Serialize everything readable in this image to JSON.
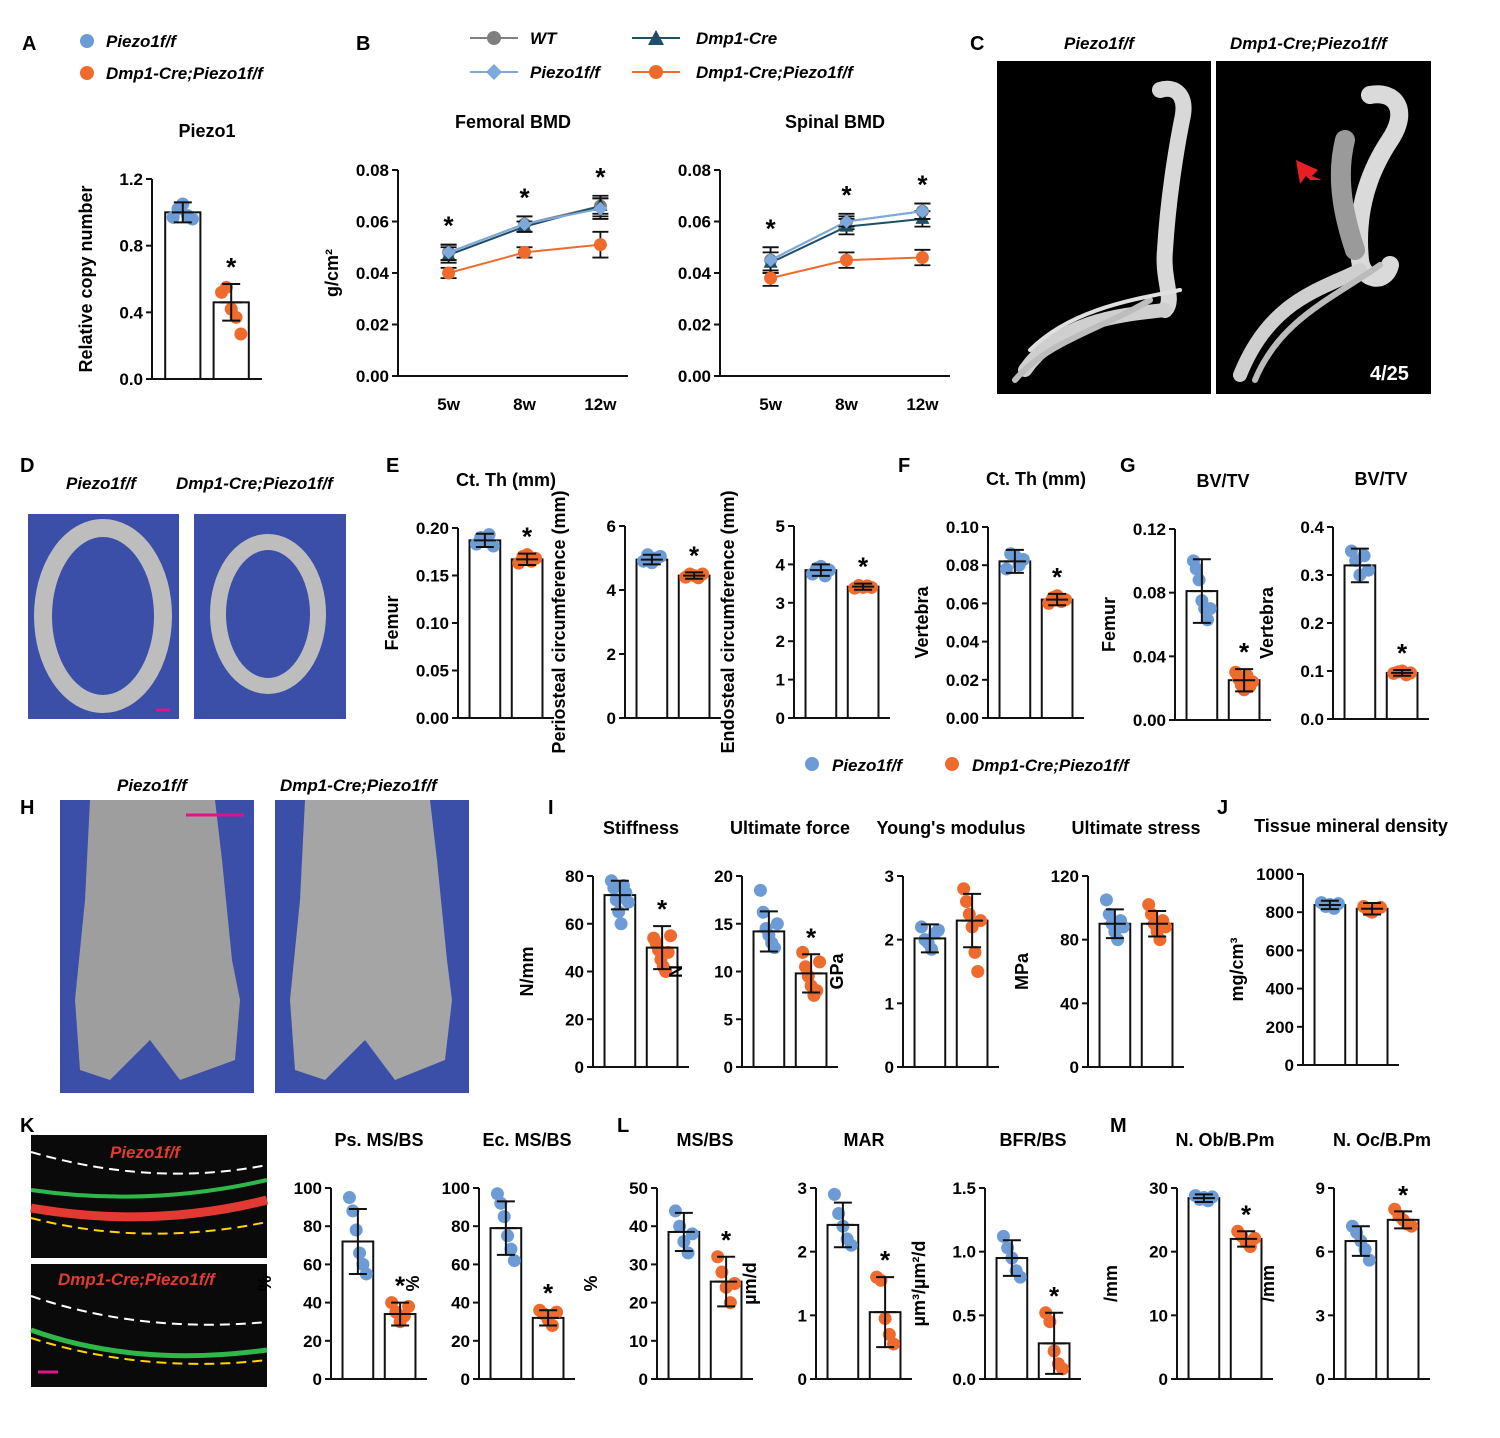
{
  "colors": {
    "blue": "#6d9bd6",
    "orange": "#ee6b2d",
    "teal": "#1d4e63",
    "grey": "#7f7f7f",
    "lightblue": "#7ea9dc",
    "bgBlue": "#3b4ea8"
  },
  "legend_top": {
    "ctrl": "Piezo1f/f",
    "cko": "Dmp1-Cre;Piezo1f/f"
  },
  "legend_B": {
    "wt": "WT",
    "cre": "Dmp1-Cre",
    "flox": "Piezo1f/f",
    "cko": "Dmp1-Cre;Piezo1f/f"
  },
  "legend_mid": {
    "ctrl": "Piezo1f/f",
    "cko": "Dmp1-Cre;Piezo1f/f"
  },
  "letters": [
    "A",
    "B",
    "C",
    "D",
    "E",
    "F",
    "G",
    "H",
    "I",
    "J",
    "K",
    "L",
    "M"
  ],
  "images": {
    "C": {
      "left_label": "Piezo1f/f",
      "right_label": "Dmp1-Cre;Piezo1f/f",
      "count": "4/25"
    },
    "D": {
      "left_label": "Piezo1f/f",
      "right_label": "Dmp1-Cre;Piezo1f/f"
    },
    "H": {
      "left_label": "Piezo1f/f",
      "right_label": "Dmp1-Cre;Piezo1f/f"
    },
    "K": {
      "top_label": "Piezo1f/f",
      "bottom_label": "Dmp1-Cre;Piezo1f/f"
    }
  },
  "chart_data": [
    {
      "id": "A",
      "type": "bar",
      "title": "Piezo1",
      "ylabel": "Relative copy number",
      "ylim": [
        0,
        1.2
      ],
      "yticks": [
        "0.0",
        "0.4",
        "0.8",
        "1.2"
      ],
      "values": [
        1.0,
        0.46
      ],
      "err": [
        0.06,
        0.11
      ],
      "sig": true,
      "points": [
        [
          0.97,
          1.02,
          1.05,
          0.98,
          0.96
        ],
        [
          0.52,
          0.55,
          0.42,
          0.37,
          0.27
        ]
      ]
    },
    {
      "id": "B1",
      "type": "line",
      "title": "Femoral BMD",
      "ylabel": "g/cm²",
      "ylim": [
        0,
        0.08
      ],
      "yticks": [
        "0.00",
        "0.02",
        "0.04",
        "0.06",
        "0.08"
      ],
      "categories": [
        "5w",
        "8w",
        "12w"
      ],
      "stars": [
        true,
        true,
        true
      ],
      "series": [
        {
          "name": "WT",
          "values": [
            0.048,
            0.059,
            0.066
          ],
          "err": [
            0.003,
            0.003,
            0.004
          ]
        },
        {
          "name": "Dmp1-Cre",
          "values": [
            0.047,
            0.058,
            0.066
          ],
          "err": [
            0.003,
            0.002,
            0.003
          ]
        },
        {
          "name": "Piezo1f/f",
          "values": [
            0.048,
            0.059,
            0.065
          ],
          "err": [
            0.003,
            0.003,
            0.004
          ]
        },
        {
          "name": "Dmp1-Cre;Piezo1f/f",
          "values": [
            0.04,
            0.048,
            0.051
          ],
          "err": [
            0.002,
            0.002,
            0.005
          ]
        }
      ]
    },
    {
      "id": "B2",
      "type": "line",
      "title": "Spinal BMD",
      "ylabel": "",
      "ylim": [
        0,
        0.08
      ],
      "yticks": [
        "0.00",
        "0.02",
        "0.04",
        "0.06",
        "0.08"
      ],
      "categories": [
        "5w",
        "8w",
        "12w"
      ],
      "stars": [
        true,
        true,
        true
      ],
      "series": [
        {
          "name": "WT",
          "values": [
            0.045,
            0.06,
            0.064
          ],
          "err": [
            0.005,
            0.003,
            0.003
          ]
        },
        {
          "name": "Dmp1-Cre",
          "values": [
            0.044,
            0.058,
            0.061
          ],
          "err": [
            0.004,
            0.003,
            0.003
          ]
        },
        {
          "name": "Piezo1f/f",
          "values": [
            0.045,
            0.06,
            0.064
          ],
          "err": [
            0.005,
            0.002,
            0.003
          ]
        },
        {
          "name": "Dmp1-Cre;Piezo1f/f",
          "values": [
            0.038,
            0.045,
            0.046
          ],
          "err": [
            0.003,
            0.003,
            0.003
          ]
        }
      ]
    },
    {
      "id": "E1",
      "type": "bar",
      "title": "Ct. Th (mm)",
      "ylabel": "Femur",
      "ylim": [
        0,
        0.2
      ],
      "yticks": [
        "0.00",
        "0.05",
        "0.10",
        "0.15",
        "0.20"
      ],
      "values": [
        0.187,
        0.167
      ],
      "err": [
        0.007,
        0.006
      ],
      "sig": true,
      "points": [
        [
          0.183,
          0.19,
          0.186,
          0.193,
          0.181
        ],
        [
          0.163,
          0.17,
          0.172,
          0.165,
          0.168
        ]
      ]
    },
    {
      "id": "E2",
      "type": "bar",
      "title": "",
      "ylabel": "Periosteal circumference (mm)",
      "ylim": [
        0,
        6
      ],
      "yticks": [
        "0",
        "2",
        "4",
        "6"
      ],
      "values": [
        4.95,
        4.45
      ],
      "err": [
        0.15,
        0.1
      ],
      "sig": true,
      "points": [
        [
          4.9,
          5.1,
          4.85,
          5.0,
          5.05
        ],
        [
          4.4,
          4.5,
          4.45,
          4.38,
          4.5
        ]
      ]
    },
    {
      "id": "E3",
      "type": "bar",
      "title": "",
      "ylabel": "Endosteal circumference (mm)",
      "ylim": [
        0,
        5
      ],
      "yticks": [
        "0",
        "1",
        "2",
        "3",
        "4",
        "5"
      ],
      "values": [
        3.85,
        3.42
      ],
      "err": [
        0.15,
        0.08
      ],
      "sig": true,
      "points": [
        [
          3.75,
          3.9,
          3.95,
          3.7,
          3.85
        ],
        [
          3.38,
          3.45,
          3.4,
          3.44,
          3.4
        ]
      ]
    },
    {
      "id": "F",
      "type": "bar",
      "title": "Ct. Th (mm)",
      "ylabel": "Vertebra",
      "ylim": [
        0,
        0.1
      ],
      "yticks": [
        "0.00",
        "0.02",
        "0.04",
        "0.06",
        "0.08",
        "0.10"
      ],
      "values": [
        0.082,
        0.062
      ],
      "err": [
        0.006,
        0.003
      ],
      "sig": true,
      "points": [
        [
          0.078,
          0.086,
          0.085,
          0.08,
          0.083
        ],
        [
          0.06,
          0.063,
          0.064,
          0.061,
          0.062
        ]
      ]
    },
    {
      "id": "G1",
      "type": "bar",
      "title": "BV/TV",
      "ylabel": "Femur",
      "ylim": [
        0,
        0.12
      ],
      "yticks": [
        "0.00",
        "0.04",
        "0.08",
        "0.12"
      ],
      "values": [
        0.081,
        0.025
      ],
      "err": [
        0.02,
        0.007
      ],
      "sig": true,
      "points": [
        [
          0.1,
          0.095,
          0.088,
          0.075,
          0.07,
          0.063,
          0.07
        ],
        [
          0.03,
          0.026,
          0.022,
          0.019,
          0.028,
          0.021,
          0.024
        ]
      ]
    },
    {
      "id": "G2",
      "type": "bar",
      "title": "BV/TV",
      "ylabel": "Vertebra",
      "ylim": [
        0,
        0.4
      ],
      "yticks": [
        "0.0",
        "0.1",
        "0.2",
        "0.3",
        "0.4"
      ],
      "values": [
        0.32,
        0.096
      ],
      "err": [
        0.035,
        0.006
      ],
      "sig": true,
      "points": [
        [
          0.35,
          0.33,
          0.3,
          0.34,
          0.31
        ],
        [
          0.095,
          0.098,
          0.1,
          0.092,
          0.096
        ]
      ]
    },
    {
      "id": "I1",
      "type": "bar",
      "title": "Stiffness",
      "ylabel": "N/mm",
      "ylim": [
        0,
        80
      ],
      "yticks": [
        "0",
        "20",
        "40",
        "60",
        "80"
      ],
      "values": [
        72,
        50
      ],
      "err": [
        6,
        9
      ],
      "sig": true,
      "points": [
        [
          78,
          75,
          70,
          65,
          60,
          76,
          73,
          69
        ],
        [
          54,
          52,
          49,
          45,
          42,
          40,
          48,
          55
        ]
      ]
    },
    {
      "id": "I2",
      "type": "bar",
      "title": "Ultimate force",
      "ylabel": "N",
      "ylim": [
        0,
        20
      ],
      "yticks": [
        "0",
        "5",
        "10",
        "15",
        "20"
      ],
      "values": [
        14.2,
        9.8
      ],
      "err": [
        2.1,
        2.0
      ],
      "sig": true,
      "points": [
        [
          18.5,
          16.2,
          14.5,
          13.8,
          13.0,
          12.5,
          15.0
        ],
        [
          12.0,
          10.5,
          9.5,
          8.5,
          7.5,
          8.0,
          11.0
        ]
      ]
    },
    {
      "id": "I3",
      "type": "bar",
      "title": "Young's modulus",
      "ylabel": "GPa",
      "ylim": [
        0,
        3
      ],
      "yticks": [
        "0",
        "1",
        "2",
        "3"
      ],
      "values": [
        2.02,
        2.3
      ],
      "err": [
        0.22,
        0.42
      ],
      "sig": false,
      "points": [
        [
          2.2,
          2.0,
          1.95,
          1.85,
          2.1,
          2.15
        ],
        [
          2.8,
          2.6,
          2.4,
          2.2,
          1.8,
          1.5,
          2.3
        ]
      ]
    },
    {
      "id": "I4",
      "type": "bar",
      "title": "Ultimate stress",
      "ylabel": "MPa",
      "ylim": [
        0,
        120
      ],
      "yticks": [
        "0",
        "40",
        "80",
        "120"
      ],
      "values": [
        90,
        90
      ],
      "err": [
        9,
        8
      ],
      "sig": false,
      "points": [
        [
          105,
          96,
          90,
          85,
          80,
          92,
          88
        ],
        [
          102,
          96,
          90,
          85,
          80,
          92,
          88
        ]
      ]
    },
    {
      "id": "J",
      "type": "bar",
      "title": "Tissue mineral density",
      "ylabel": "mg/cm³",
      "ylim": [
        0,
        1000
      ],
      "yticks": [
        "0",
        "200",
        "400",
        "600",
        "800",
        "1000"
      ],
      "values": [
        838,
        818
      ],
      "err": [
        22,
        30
      ],
      "sig": false,
      "points": [
        [
          850,
          830,
          840,
          820,
          845
        ],
        [
          830,
          810,
          800,
          820,
          825
        ]
      ]
    },
    {
      "id": "K1",
      "type": "bar",
      "title": "Ps. MS/BS",
      "ylabel": "%",
      "ylim": [
        0,
        100
      ],
      "yticks": [
        "0",
        "20",
        "40",
        "60",
        "80",
        "100"
      ],
      "values": [
        72,
        34
      ],
      "err": [
        17,
        6
      ],
      "sig": true,
      "points": [
        [
          95,
          88,
          78,
          66,
          60,
          55
        ],
        [
          40,
          35,
          30,
          33,
          38
        ]
      ]
    },
    {
      "id": "K2",
      "type": "bar",
      "title": "Ec. MS/BS",
      "ylabel": "%",
      "ylim": [
        0,
        100
      ],
      "yticks": [
        "0",
        "20",
        "40",
        "60",
        "80",
        "100"
      ],
      "values": [
        79,
        32
      ],
      "err": [
        14,
        4
      ],
      "sig": true,
      "points": [
        [
          97,
          92,
          85,
          75,
          68,
          62
        ],
        [
          36,
          34,
          31,
          28,
          35
        ]
      ]
    },
    {
      "id": "L1",
      "type": "bar",
      "title": "MS/BS",
      "ylabel": "%",
      "ylim": [
        0,
        50
      ],
      "yticks": [
        "0",
        "10",
        "20",
        "30",
        "40",
        "50"
      ],
      "values": [
        38.5,
        25.5
      ],
      "err": [
        5,
        6.5
      ],
      "sig": true,
      "points": [
        [
          44,
          40,
          36,
          33,
          38
        ],
        [
          32,
          28,
          24,
          20,
          25
        ]
      ]
    },
    {
      "id": "L2",
      "type": "bar",
      "title": "MAR",
      "ylabel": "µm/d",
      "ylim": [
        0,
        3
      ],
      "yticks": [
        "0",
        "1",
        "2",
        "3"
      ],
      "values": [
        2.42,
        1.05
      ],
      "err": [
        0.35,
        0.55
      ],
      "sig": true,
      "points": [
        [
          2.9,
          2.6,
          2.4,
          2.2,
          2.1
        ],
        [
          1.6,
          1.55,
          0.95,
          0.7,
          0.55
        ]
      ]
    },
    {
      "id": "L3",
      "type": "bar",
      "title": "BFR/BS",
      "ylabel": "µm³/µm²/d",
      "ylim": [
        0,
        1.5
      ],
      "yticks": [
        "0.0",
        "0.5",
        "1.0",
        "1.5"
      ],
      "values": [
        0.95,
        0.28
      ],
      "err": [
        0.14,
        0.24
      ],
      "sig": true,
      "points": [
        [
          1.12,
          1.03,
          0.95,
          0.85,
          0.8
        ],
        [
          0.52,
          0.45,
          0.22,
          0.12,
          0.08
        ]
      ]
    },
    {
      "id": "M1",
      "type": "bar",
      "title": "N. Ob/B.Pm",
      "ylabel": "/mm",
      "ylim": [
        0,
        30
      ],
      "yticks": [
        "0",
        "10",
        "20",
        "30"
      ],
      "values": [
        28.4,
        22
      ],
      "err": [
        0.6,
        1.2
      ],
      "sig": true,
      "points": [
        [
          28.8,
          28.2,
          28.5,
          28.0,
          28.6
        ],
        [
          23.2,
          22.4,
          21.5,
          20.8,
          22.1
        ]
      ]
    },
    {
      "id": "M2",
      "type": "bar",
      "title": "N. Oc/B.Pm",
      "ylabel": "/mm",
      "ylim": [
        0,
        9
      ],
      "yticks": [
        "0",
        "3",
        "6",
        "9"
      ],
      "values": [
        6.5,
        7.5
      ],
      "err": [
        0.7,
        0.4
      ],
      "sig": true,
      "points": [
        [
          7.2,
          6.9,
          6.5,
          6.1,
          5.6
        ],
        [
          8.0,
          7.7,
          7.5,
          7.3,
          7.2
        ]
      ]
    }
  ]
}
